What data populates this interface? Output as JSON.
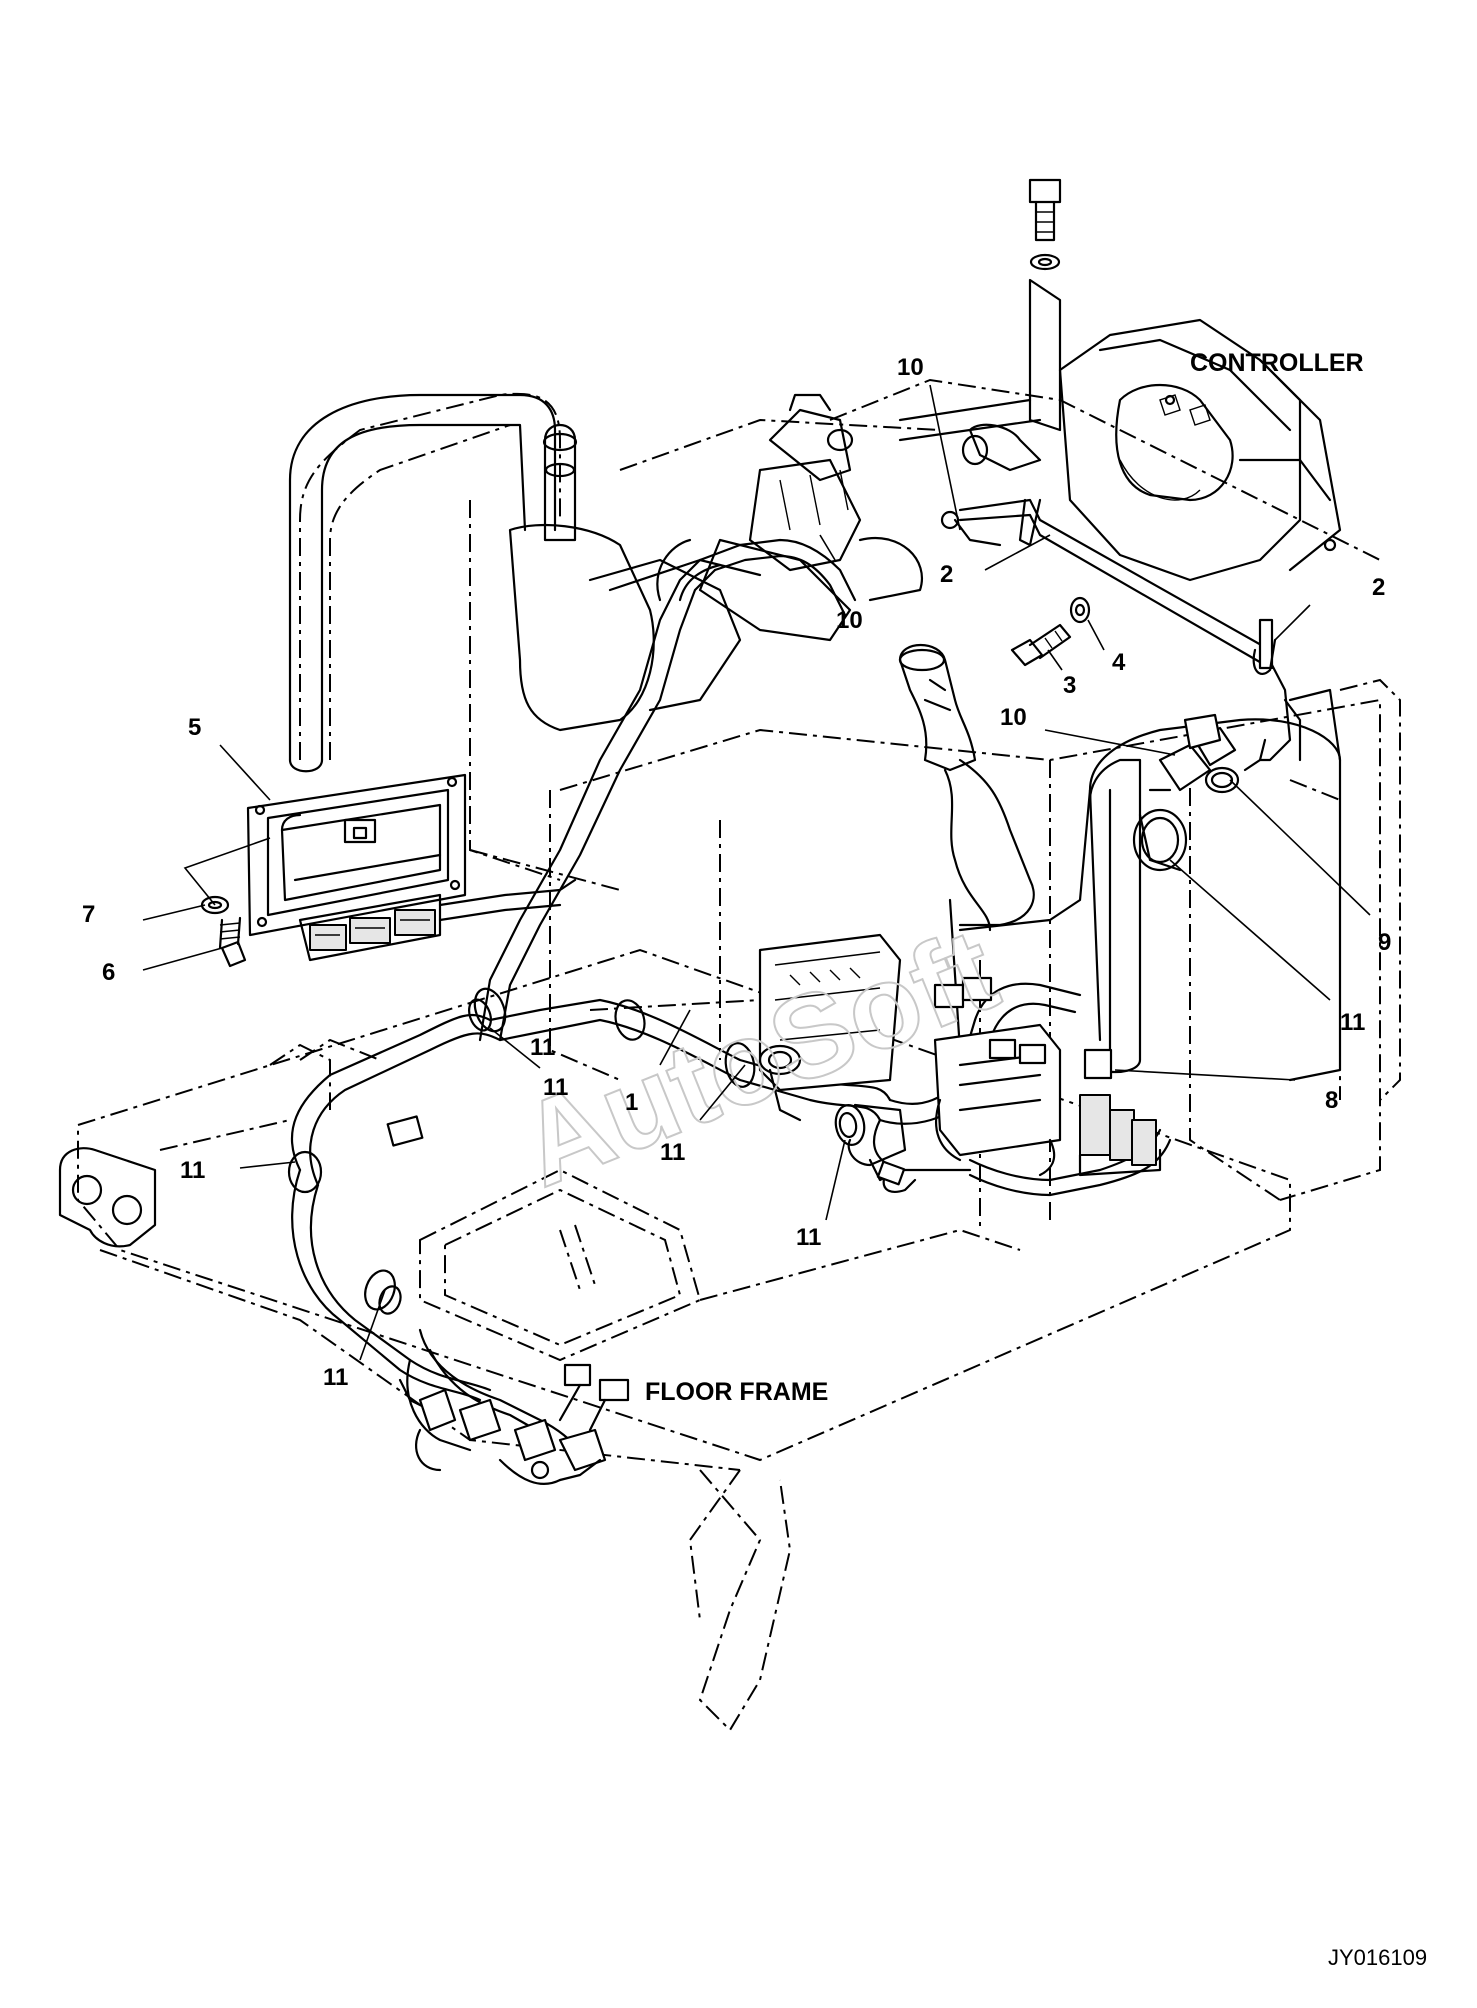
{
  "labels": {
    "controller": "CONTROLLER",
    "floor_frame": "FLOOR FRAME",
    "drawing_id": "JY016109",
    "watermark": "AutoSoft"
  },
  "callouts": {
    "n1": "1",
    "n2a": "2",
    "n2b": "2",
    "n3": "3",
    "n4": "4",
    "n5": "5",
    "n6": "6",
    "n7": "7",
    "n8": "8",
    "n9": "9",
    "n10a": "10",
    "n10b": "10",
    "n10c": "10",
    "n11a": "11",
    "n11b": "11",
    "n11c": "11",
    "n11d": "11",
    "n11e": "11",
    "n11f": "11",
    "n11g": "11"
  }
}
